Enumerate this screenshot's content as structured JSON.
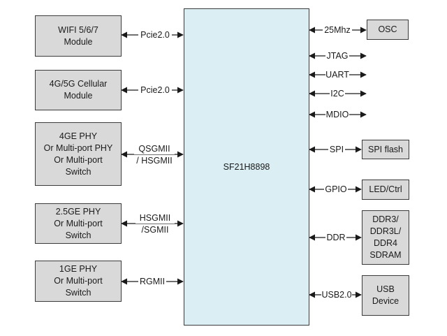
{
  "chip": {
    "name": "SF21H8898"
  },
  "left_blocks": [
    {
      "lines": [
        "WIFI 5/6/7",
        "Module"
      ],
      "bus": [
        "Pcie2.0"
      ]
    },
    {
      "lines": [
        "4G/5G Cellular",
        "Module"
      ],
      "bus": [
        "Pcie2.0"
      ]
    },
    {
      "lines": [
        "4GE PHY",
        "Or Multi-port PHY",
        "Or Multi-port",
        "Switch"
      ],
      "bus": [
        "QSGMII",
        "/ HSGMII"
      ]
    },
    {
      "lines": [
        "2.5GE PHY",
        "Or  Multi-port",
        "Switch"
      ],
      "bus": [
        "HSGMII",
        "/SGMII"
      ]
    },
    {
      "lines": [
        "1GE PHY",
        "Or  Multi-port",
        "Switch"
      ],
      "bus": [
        "RGMII"
      ]
    }
  ],
  "right_connections": [
    {
      "bus": "25Mhz",
      "device": [
        "OSC"
      ]
    },
    {
      "bus": "JTAG"
    },
    {
      "bus": "UART"
    },
    {
      "bus": "I2C"
    },
    {
      "bus": "MDIO"
    },
    {
      "bus": "SPI",
      "device": [
        "SPI flash"
      ]
    },
    {
      "bus": "GPIO",
      "device": [
        "LED/Ctrl"
      ]
    },
    {
      "bus": "DDR",
      "device": [
        "DDR3/",
        "DDR3L/",
        "DDR4",
        "SDRAM"
      ]
    },
    {
      "bus": "USB2.0",
      "device": [
        "USB",
        "Device"
      ]
    }
  ]
}
